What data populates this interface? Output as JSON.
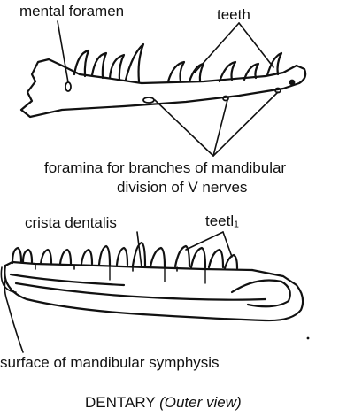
{
  "figure": {
    "upper_view": {
      "labels": {
        "mental_foramen": "mental foramen",
        "teeth": "teeth",
        "foramina_line1": "foramina for branches of mandibular",
        "foramina_line2": "division of V nerves"
      }
    },
    "lower_view": {
      "labels": {
        "crista_dentalis": "crista dentalis",
        "teeth": "teetl₁",
        "symphysis": "surface of mandibular symphysis"
      }
    },
    "caption": {
      "main": "DENTARY",
      "sub": "(Outer view)"
    }
  }
}
